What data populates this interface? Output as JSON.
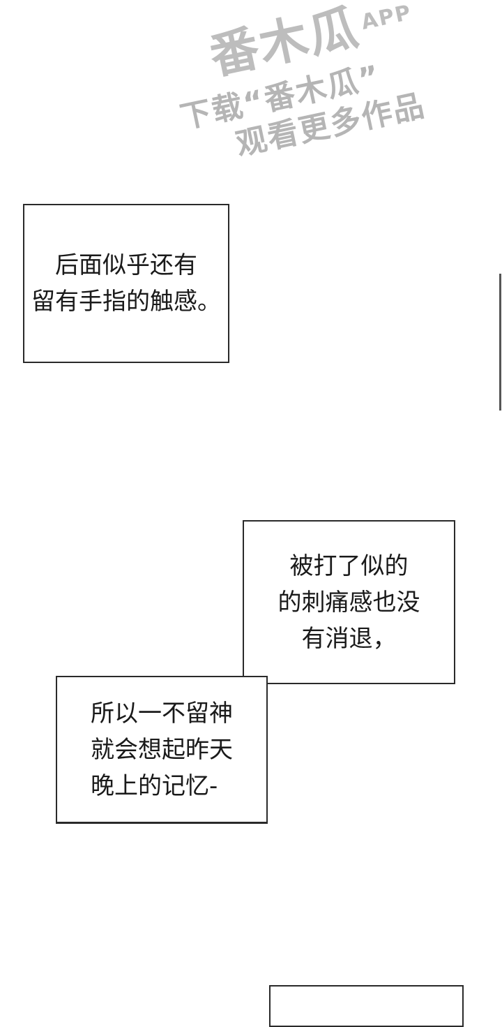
{
  "watermark": {
    "line1": "番木瓜",
    "line1_suffix": "APP",
    "line2": "下载“番木瓜”",
    "line3": "观看更多作品"
  },
  "panels": [
    {
      "text": "后面似乎还有\n留有手指的触感。"
    },
    {
      "text": "被打了似的\n的刺痛感也没\n有消退，"
    },
    {
      "text": "所以一不留神\n就会想起昨天\n晚上的记忆-"
    },
    {
      "text": ""
    }
  ],
  "colors": {
    "border": "#2a2a2a",
    "watermark": "#b5b5b5",
    "background": "#ffffff"
  }
}
